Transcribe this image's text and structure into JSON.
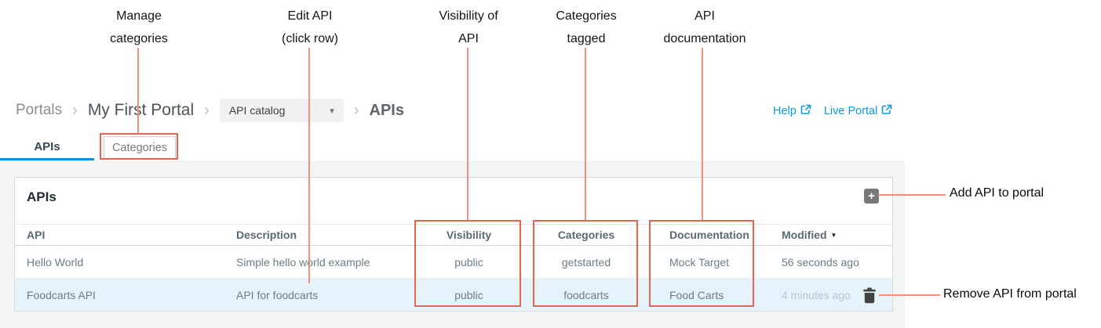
{
  "callouts": {
    "manage_categories": {
      "line1": "Manage",
      "line2": "categories"
    },
    "edit_api": {
      "line1": "Edit API",
      "line2": "(click row)"
    },
    "visibility_of_api": {
      "line1": "Visibility of",
      "line2": "API"
    },
    "categories_tagged": {
      "line1": "Categories",
      "line2": "tagged"
    },
    "api_documentation": {
      "line1": "API",
      "line2": "documentation"
    },
    "add_api_to_portal": "Add API to portal",
    "remove_api_from_portal": "Remove API from portal"
  },
  "breadcrumb": {
    "separator": "›",
    "portals": "Portals",
    "portal_name": "My First Portal",
    "catalog_dropdown": {
      "value": "API catalog",
      "caret": "▾"
    },
    "current_page": "APIs"
  },
  "header_links": {
    "help": "Help",
    "live_portal": "Live Portal"
  },
  "tabs": [
    {
      "label": "APIs",
      "active": true
    },
    {
      "label": "Categories",
      "active": false
    }
  ],
  "card": {
    "title": "APIs",
    "add_button_glyph": "+",
    "table": {
      "headers": {
        "api": "API",
        "description": "Description",
        "visibility": "Visibility",
        "categories": "Categories",
        "documentation": "Documentation",
        "modified": "Modified",
        "sort_indicator": "▼"
      },
      "rows": [
        {
          "api": "Hello World",
          "description": "Simple hello world example",
          "visibility": "public",
          "categories": "getstarted",
          "documentation": "Mock Target",
          "modified": "56 seconds ago",
          "highlighted": false
        },
        {
          "api": "Foodcarts API",
          "description": "API for foodcarts",
          "visibility": "public",
          "categories": "foodcarts",
          "documentation": "Food Carts",
          "modified": "4 minutes ago",
          "highlighted": true
        }
      ]
    }
  },
  "colors": {
    "accent_blue": "#0b93d6",
    "link_blue": "#0f9cd8",
    "annotation_box_red": "#e8654d",
    "annotation_line_red": "#f2907f",
    "row_highlight": "#e7f3fa",
    "muted_text": "#b6c6cf",
    "page_band_gray": "#f4f5f5"
  }
}
